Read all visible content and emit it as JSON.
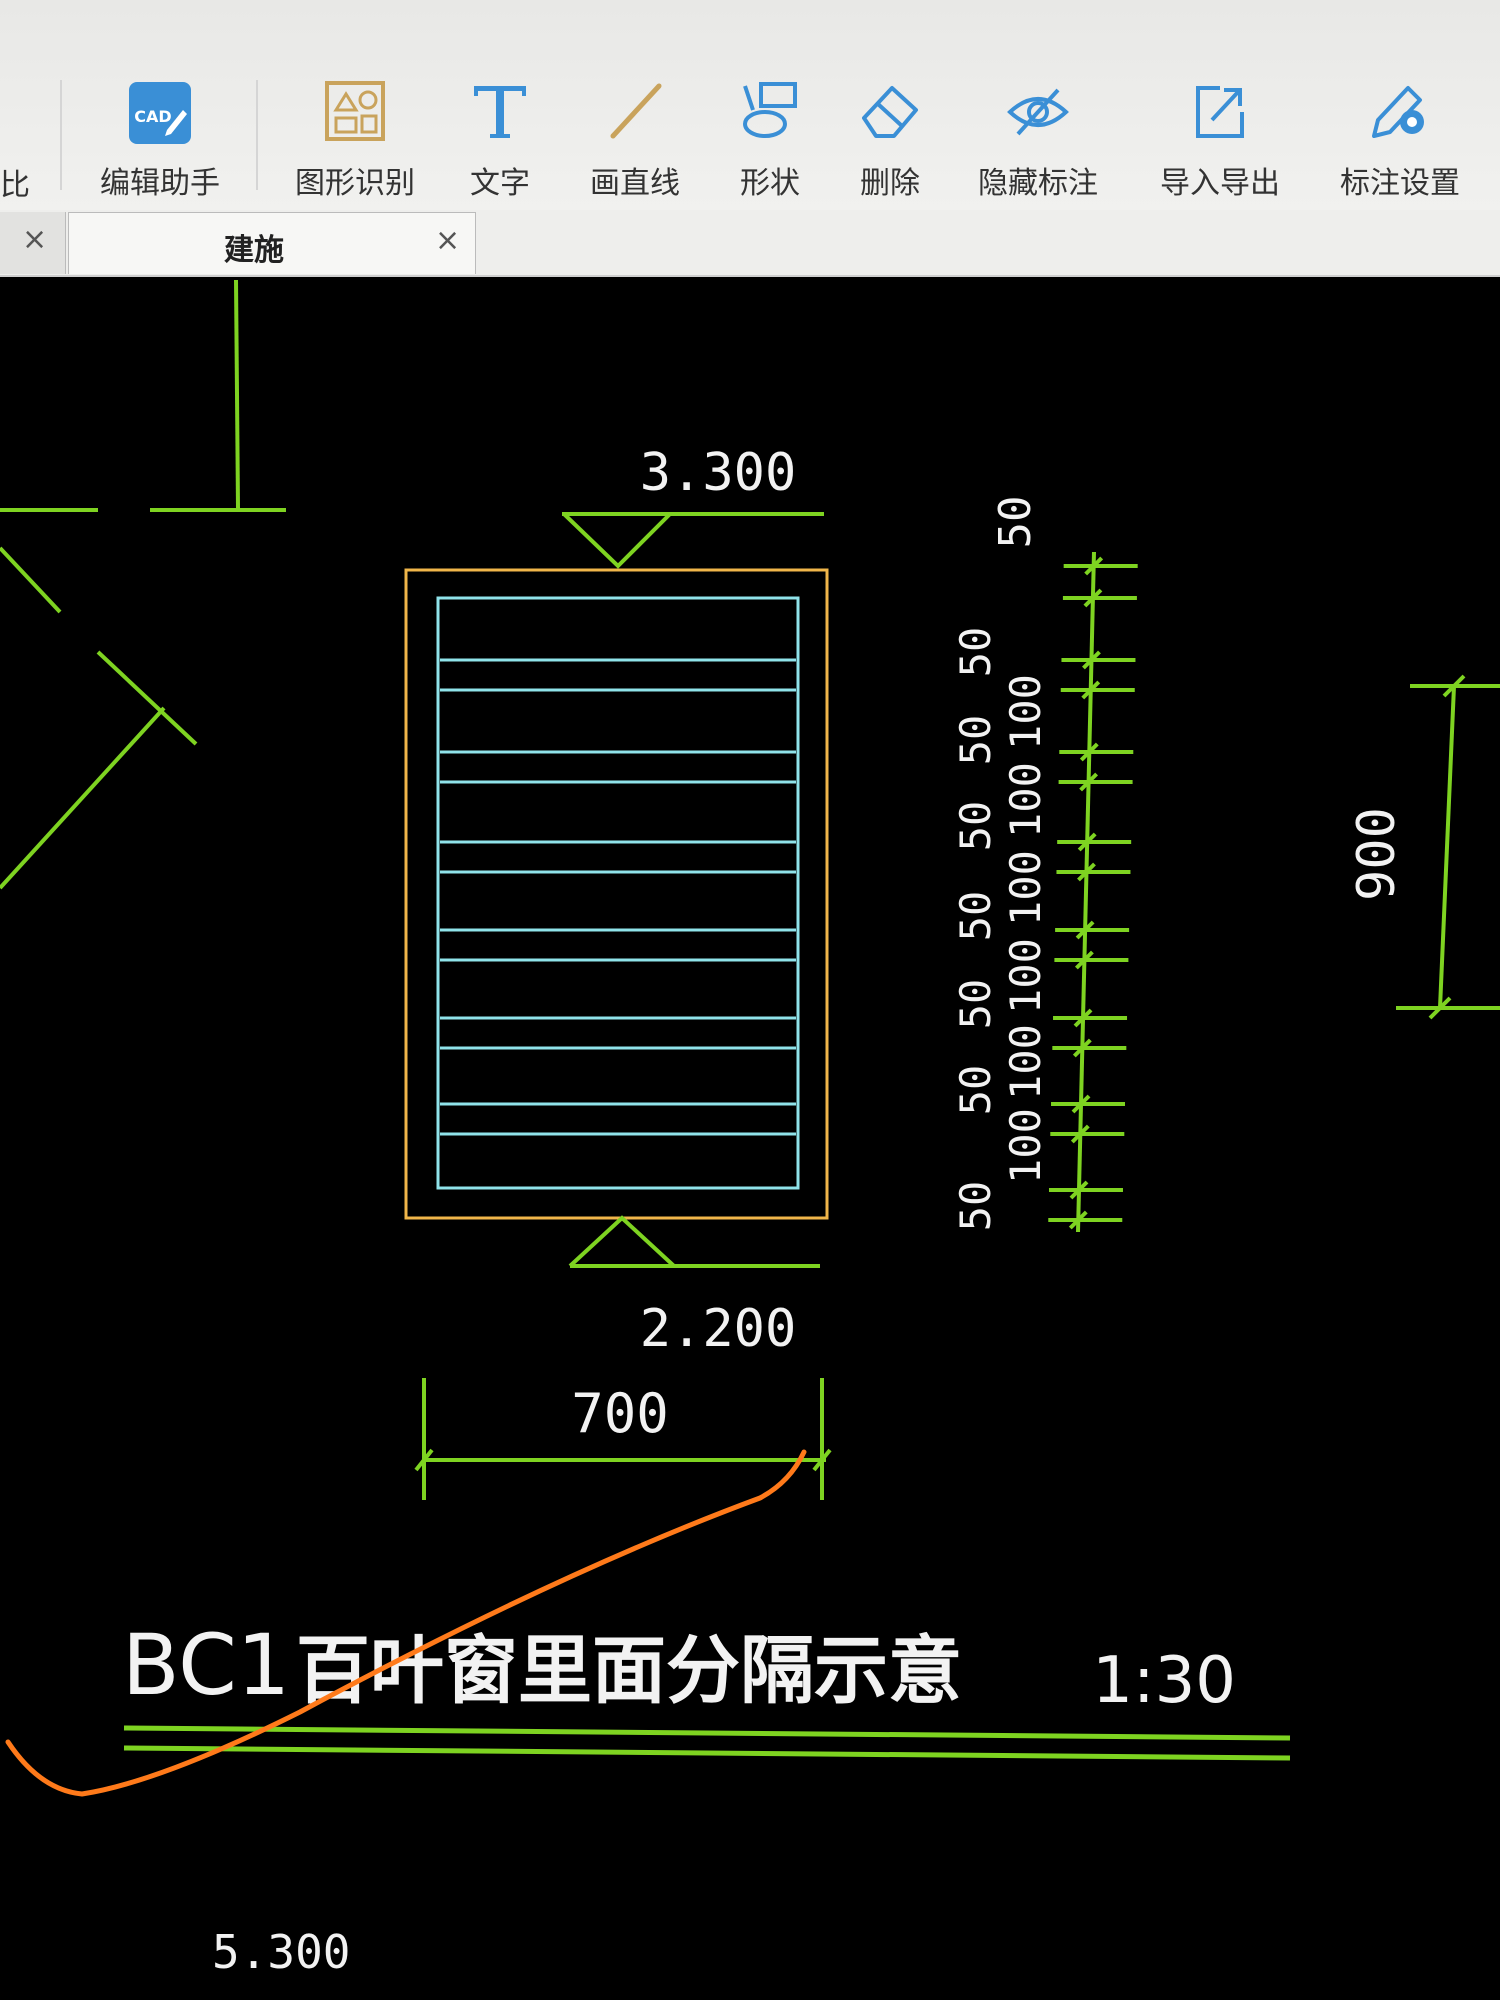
{
  "ribbon": {
    "partial_left_label": "比",
    "tools": [
      {
        "id": "edit-helper",
        "label": "编辑助手",
        "icon": "cad-edit-icon",
        "icon_text": "CAD"
      },
      {
        "id": "shape-recognition",
        "label": "图形识别",
        "icon": "shape-recognition-icon"
      },
      {
        "id": "text",
        "label": "文字",
        "icon": "text-t-icon"
      },
      {
        "id": "draw-line",
        "label": "画直线",
        "icon": "line-icon"
      },
      {
        "id": "shape",
        "label": "形状",
        "icon": "shape-icon"
      },
      {
        "id": "delete",
        "label": "删除",
        "icon": "eraser-icon"
      },
      {
        "id": "hide-annotation",
        "label": "隐藏标注",
        "icon": "eye-slash-icon"
      },
      {
        "id": "import-export",
        "label": "导入导出",
        "icon": "import-export-icon"
      },
      {
        "id": "annotation-settings",
        "label": "标注设置",
        "icon": "annotation-settings-icon"
      }
    ]
  },
  "tabs": [
    {
      "label": "",
      "close": "×"
    },
    {
      "label": "建施",
      "close": "×"
    }
  ],
  "drawing": {
    "top_elevation": "3.300",
    "bottom_elevation": "2.200",
    "width_dim": "700",
    "right_dim": "900",
    "top_small_dim": "50",
    "vertical_dims": [
      "50",
      "100",
      "50",
      "100",
      "50",
      "100",
      "50",
      "100",
      "50",
      "100",
      "50",
      "100",
      "50"
    ],
    "title_code": "BC1",
    "title_text": "百叶窗里面分隔示意",
    "scale": "1:30",
    "bottom_partial_elevation": "5.300"
  },
  "colors": {
    "dim_green": "#7ed321",
    "frame_orange": "#f0b64a",
    "inner_cyan": "#8fe3ea",
    "text_white": "#f2f2f2",
    "markup_orange": "#ff7a1a",
    "canvas_bg": "#000000",
    "icon_blue": "#3a8fd6",
    "icon_tan": "#c9a35c"
  }
}
